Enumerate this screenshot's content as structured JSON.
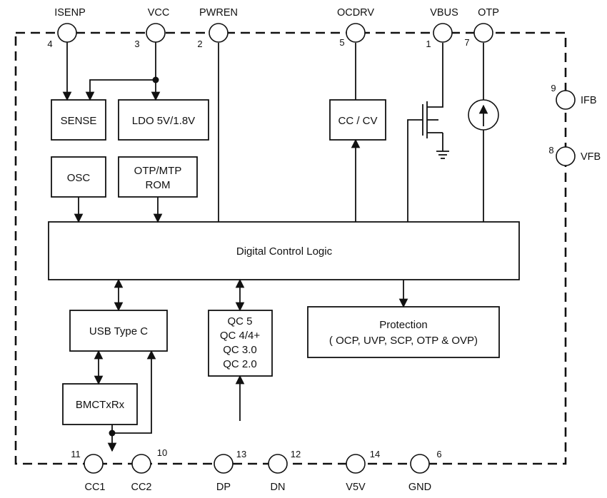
{
  "pins": {
    "isenp": {
      "name": "ISENP",
      "number": "4"
    },
    "vcc": {
      "name": "VCC",
      "number": "3"
    },
    "pwren": {
      "name": "PWREN",
      "number": "2"
    },
    "ocdrv": {
      "name": "OCDRV",
      "number": "5"
    },
    "vbus": {
      "name": "VBUS",
      "number": "1"
    },
    "otp": {
      "name": "OTP",
      "number": "7"
    },
    "ifb": {
      "name": "IFB",
      "number": "9"
    },
    "vfb": {
      "name": "VFB",
      "number": "8"
    },
    "cc1": {
      "name": "CC1",
      "number": "11"
    },
    "cc2": {
      "name": "CC2",
      "number": "10"
    },
    "dp": {
      "name": "DP",
      "number": "13"
    },
    "dn": {
      "name": "DN",
      "number": "12"
    },
    "v5v": {
      "name": "V5V",
      "number": "14"
    },
    "gnd": {
      "name": "GND",
      "number": "6"
    }
  },
  "blocks": {
    "sense": "SENSE",
    "ldo": "LDO 5V/1.8V",
    "osc": "OSC",
    "otp_mtp_rom": [
      "OTP/MTP",
      "ROM"
    ],
    "cc_cv": "CC / CV",
    "digital_control_logic": "Digital Control Logic",
    "usb_type_c": "USB Type C",
    "bmc_txrx": "BMCTxRx",
    "qc": [
      "QC 5",
      "QC 4/4+",
      "QC  3.0",
      "QC  2.0"
    ],
    "protection": [
      "Protection",
      "( OCP, UVP, SCP,  OTP & OVP)"
    ]
  },
  "colors": {
    "line": "#111111",
    "background": "#ffffff"
  }
}
